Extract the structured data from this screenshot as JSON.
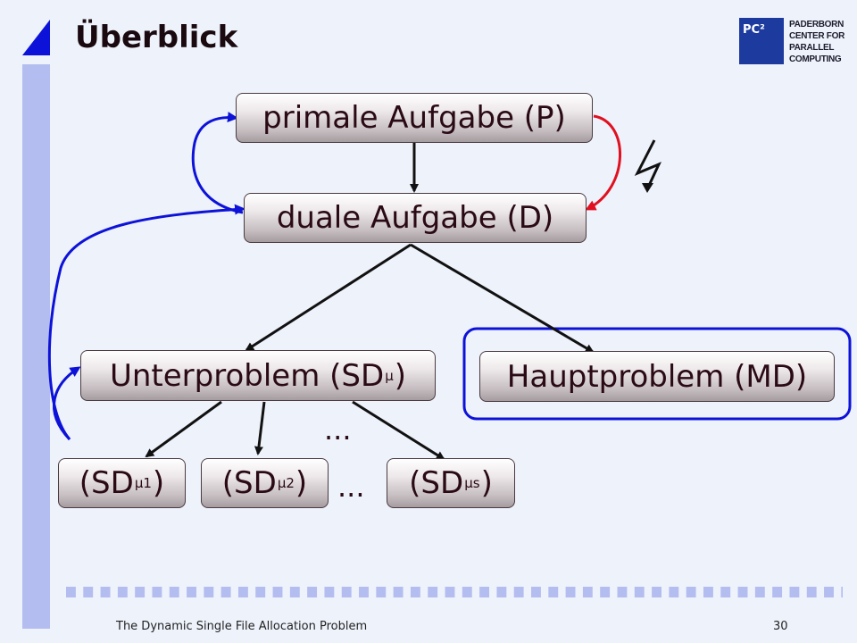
{
  "slide": {
    "title": "Überblick",
    "footer_title": "The Dynamic Single File Allocation Problem",
    "page_number": "30"
  },
  "logo": {
    "badge": "PC²",
    "lines": [
      "PADERBORN",
      "CENTER FOR",
      "PARALLEL",
      "COMPUTING"
    ]
  },
  "nodes": {
    "primal": "primale Aufgabe (P)",
    "dual": "duale Aufgabe (D)",
    "sub_prefix": "Unterproblem (SD",
    "sub_index": "μ",
    "sub_suffix": ")",
    "master": "Hauptproblem (MD)",
    "sd1_prefix": "(SD",
    "sd1_index": "μ1",
    "sd1_suffix": ")",
    "sd2_prefix": "(SD",
    "sd2_index": "μ2",
    "sd2_suffix": ")",
    "sds_prefix": "(SD",
    "sds_index": "μs",
    "sds_suffix": ")"
  },
  "ellipses": {
    "upper": "...",
    "lower": "..."
  },
  "colors": {
    "accent_blue": "#0d12d8",
    "connector_red": "#e01020",
    "sidebar": "#b3bdf0",
    "background": "#eef2fb"
  },
  "icons": {
    "contradiction": "lightning-bolt-icon"
  }
}
